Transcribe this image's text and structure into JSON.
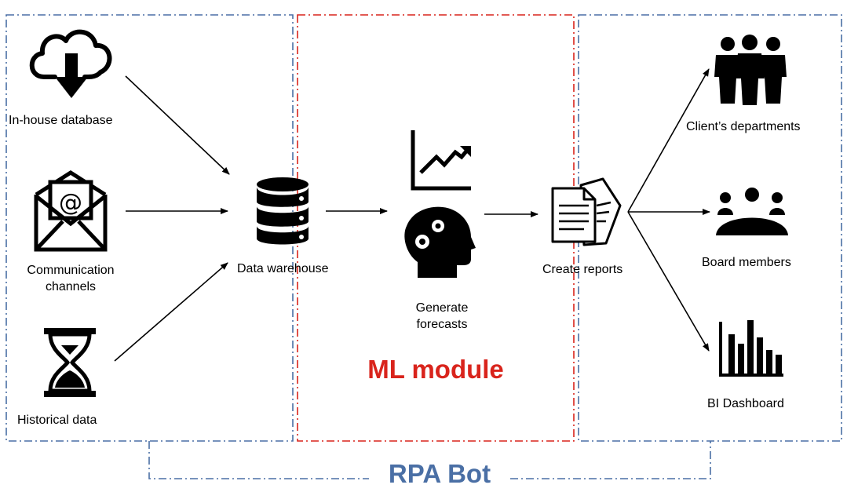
{
  "colors": {
    "rpa": "#4a6fa5",
    "ml": "#d9241c",
    "ink": "#000000"
  },
  "modules": {
    "ml_title": "ML module",
    "rpa_title": "RPA Bot"
  },
  "sources": [
    {
      "label": "In-house database",
      "icon": "cloud-download-icon"
    },
    {
      "label": "Communication channels",
      "icon": "email-envelope-icon"
    },
    {
      "label": "Historical data",
      "icon": "hourglass-icon"
    }
  ],
  "hub": {
    "label": "Data warehouse",
    "icon": "database-icon"
  },
  "ml": {
    "label": "Generate forecasts",
    "icons": [
      "trend-chart-icon",
      "brain-gears-icon"
    ]
  },
  "reports": {
    "label": "Create reports",
    "icon": "documents-icon"
  },
  "outputs": [
    {
      "label": "Client’s departments",
      "icon": "people-group-icon"
    },
    {
      "label": "Board members",
      "icon": "board-meeting-icon"
    },
    {
      "label": "BI Dashboard",
      "icon": "bar-chart-icon"
    }
  ]
}
